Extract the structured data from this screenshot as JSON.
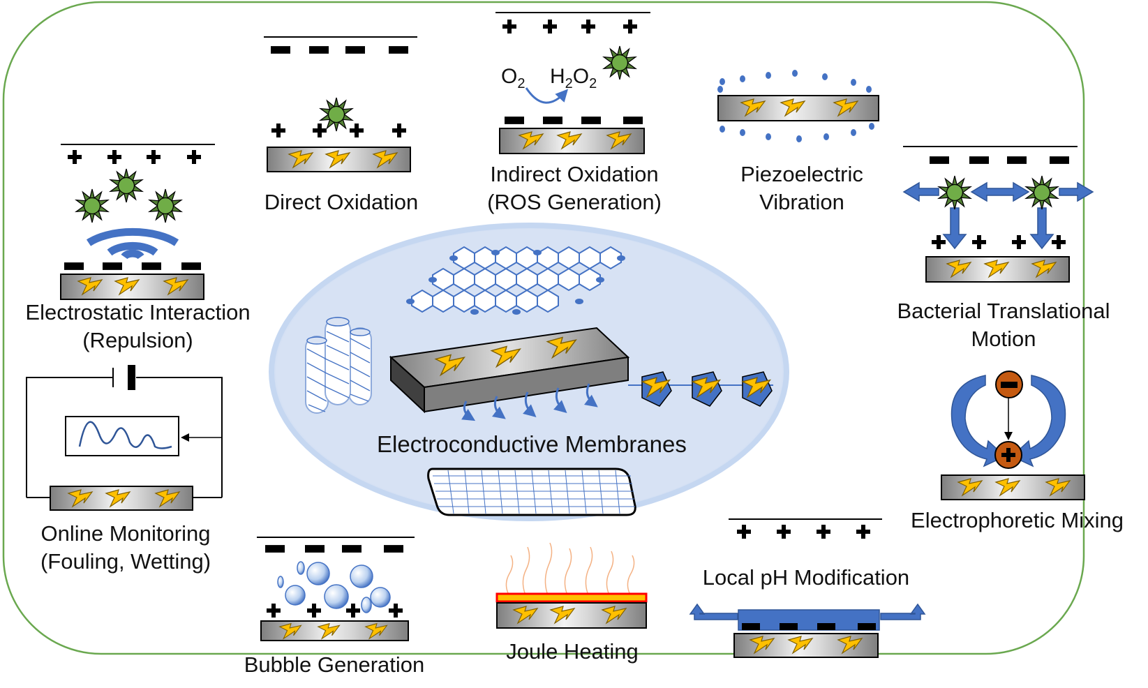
{
  "title": "Electroconductive Membranes",
  "colors": {
    "border": "#6aa84f",
    "ellipse_fill": "#d6e1f3",
    "ellipse_glow": "#9fbce8",
    "blue": "#4472c4",
    "bacteria": "#70ad47",
    "bolt": "#ffc000",
    "red": "#ff0000",
    "charge": "#000000",
    "ion": "#c55a11"
  },
  "panels": [
    {
      "id": "direct-oxidation",
      "label": "Direct Oxidation",
      "top": "-",
      "bottom": "+"
    },
    {
      "id": "indirect-oxidation",
      "label": "Indirect Oxidation\n(ROS Generation)",
      "top": "+",
      "bottom": "-"
    },
    {
      "id": "piezoelectric-vibration",
      "label": "Piezoelectric\nVibration"
    },
    {
      "id": "electrostatic-interaction",
      "label": "Electrostatic Interaction\n(Repulsion)",
      "top": "+",
      "bottom": "-"
    },
    {
      "id": "bacterial-translational-motion",
      "label": "Bacterial Translational\nMotion",
      "top": "-",
      "bottom": "+"
    },
    {
      "id": "online-monitoring",
      "label": "Online Monitoring\n(Fouling, Wetting)"
    },
    {
      "id": "electrophoretic-mixing",
      "label": "Electrophoretic Mixing"
    },
    {
      "id": "bubble-generation",
      "label": "Bubble Generation",
      "top": "-",
      "bottom": "+"
    },
    {
      "id": "joule-heating",
      "label": "Joule Heating"
    },
    {
      "id": "local-ph-modification",
      "label": "Local pH Modification",
      "top": "+",
      "bottom": "-"
    }
  ],
  "chem": {
    "reactant": "O",
    "reactant_sub": "2",
    "product_h": "H",
    "product_h_sub": "2",
    "product_o": "O",
    "product_o_sub": "2"
  },
  "icons": {
    "membrane": "membrane-bolt-icon",
    "bacterium": "bacterium-icon",
    "bolt": "lightning-bolt-icon",
    "battery": "battery-icon",
    "monitor": "signal-monitor-icon"
  }
}
